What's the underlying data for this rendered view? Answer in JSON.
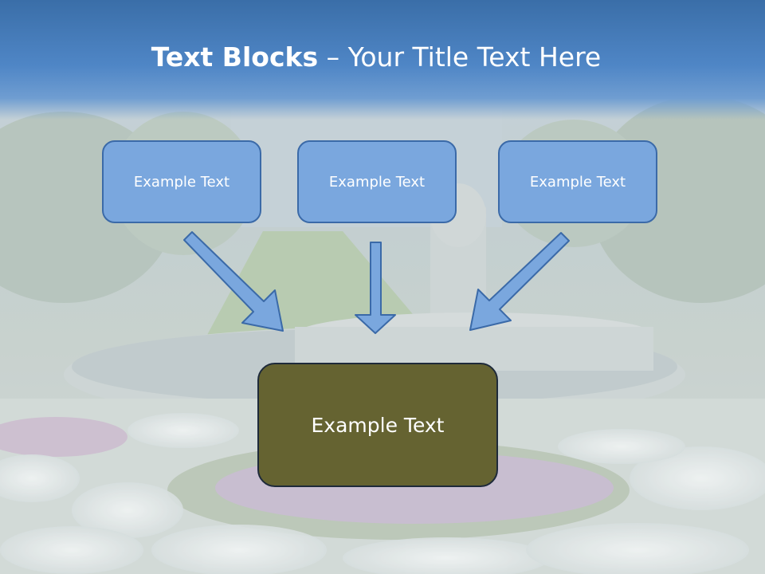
{
  "title": {
    "bold": "Text Blocks",
    "dash": " – ",
    "rest": "Your Title Text Here"
  },
  "blocks": [
    {
      "label": "Example Text"
    },
    {
      "label": "Example Text"
    },
    {
      "label": "Example Text"
    }
  ],
  "center_block": {
    "label": "Example Text"
  },
  "colors": {
    "title_band": "#4f86c6",
    "top_block_fill": "#7aa7de",
    "top_block_border": "#3b6aa8",
    "center_block_fill": "#656331",
    "arrow_fill": "#7aa7de"
  }
}
